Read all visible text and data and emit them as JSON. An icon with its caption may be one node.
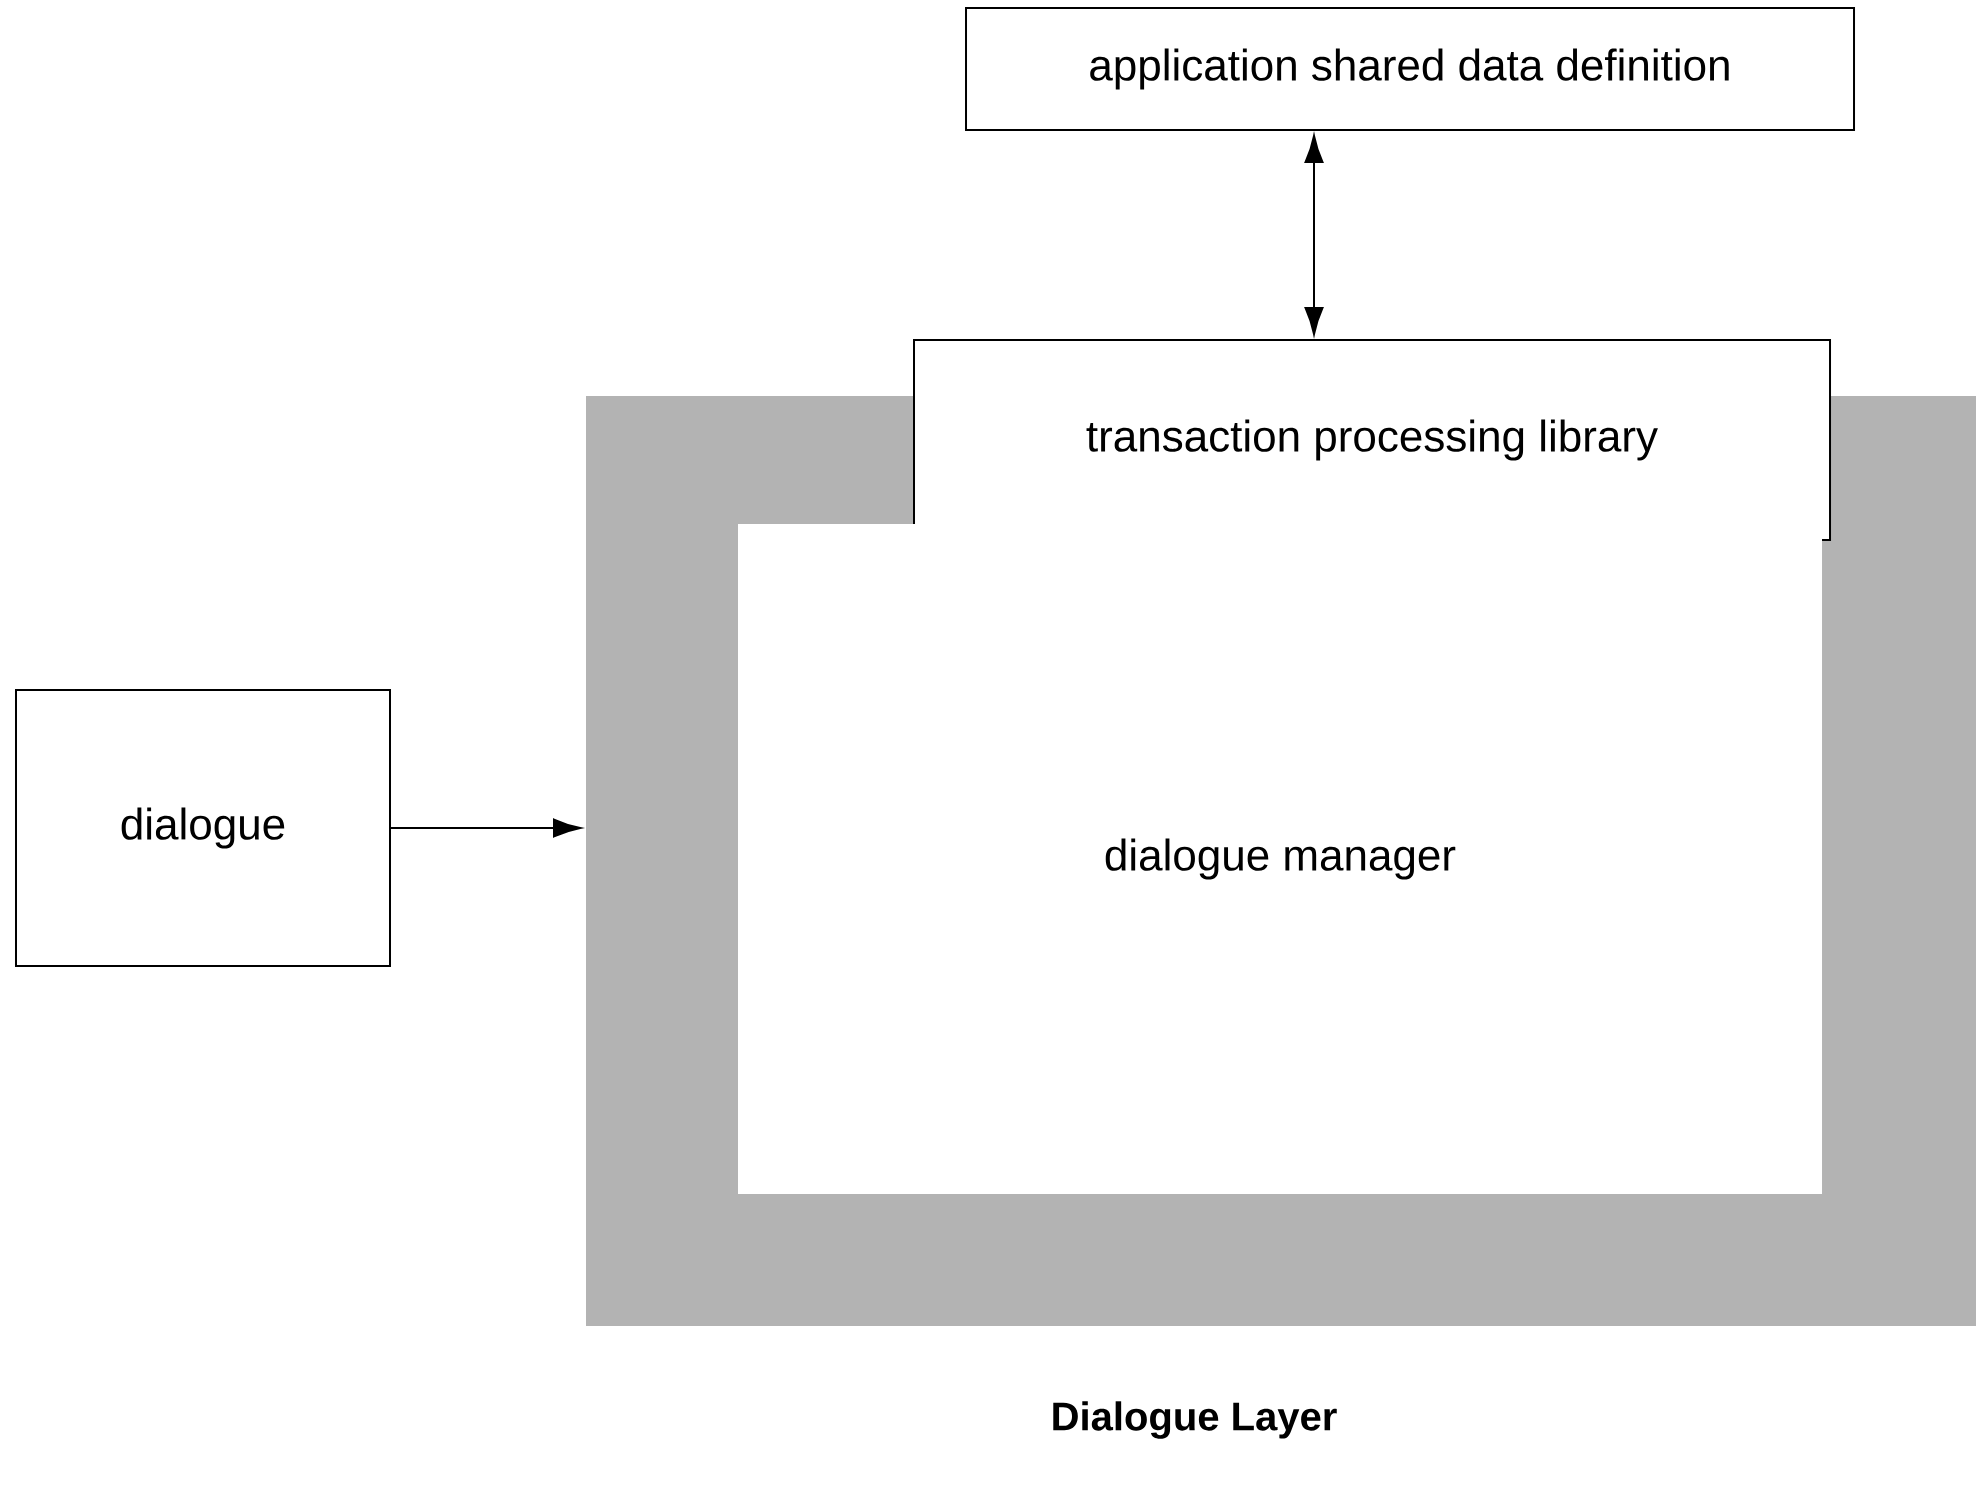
{
  "diagram": {
    "caption": "Dialogue Layer",
    "nodes": [
      {
        "text": [
          "application shared data definition"
        ]
      },
      {
        "text": [],
        "shape": "band"
      },
      {
        "text": [
          "transaction processing library"
        ]
      },
      {
        "text": [
          "dialogue manager"
        ],
        "in": 1
      },
      {
        "text": [
          "dialogue"
        ]
      }
    ],
    "edges": [
      {
        "from": 0,
        "to": 2,
        "arrow": "both"
      },
      {
        "from": 4,
        "to": 1,
        "arrow": "to"
      }
    ]
  }
}
